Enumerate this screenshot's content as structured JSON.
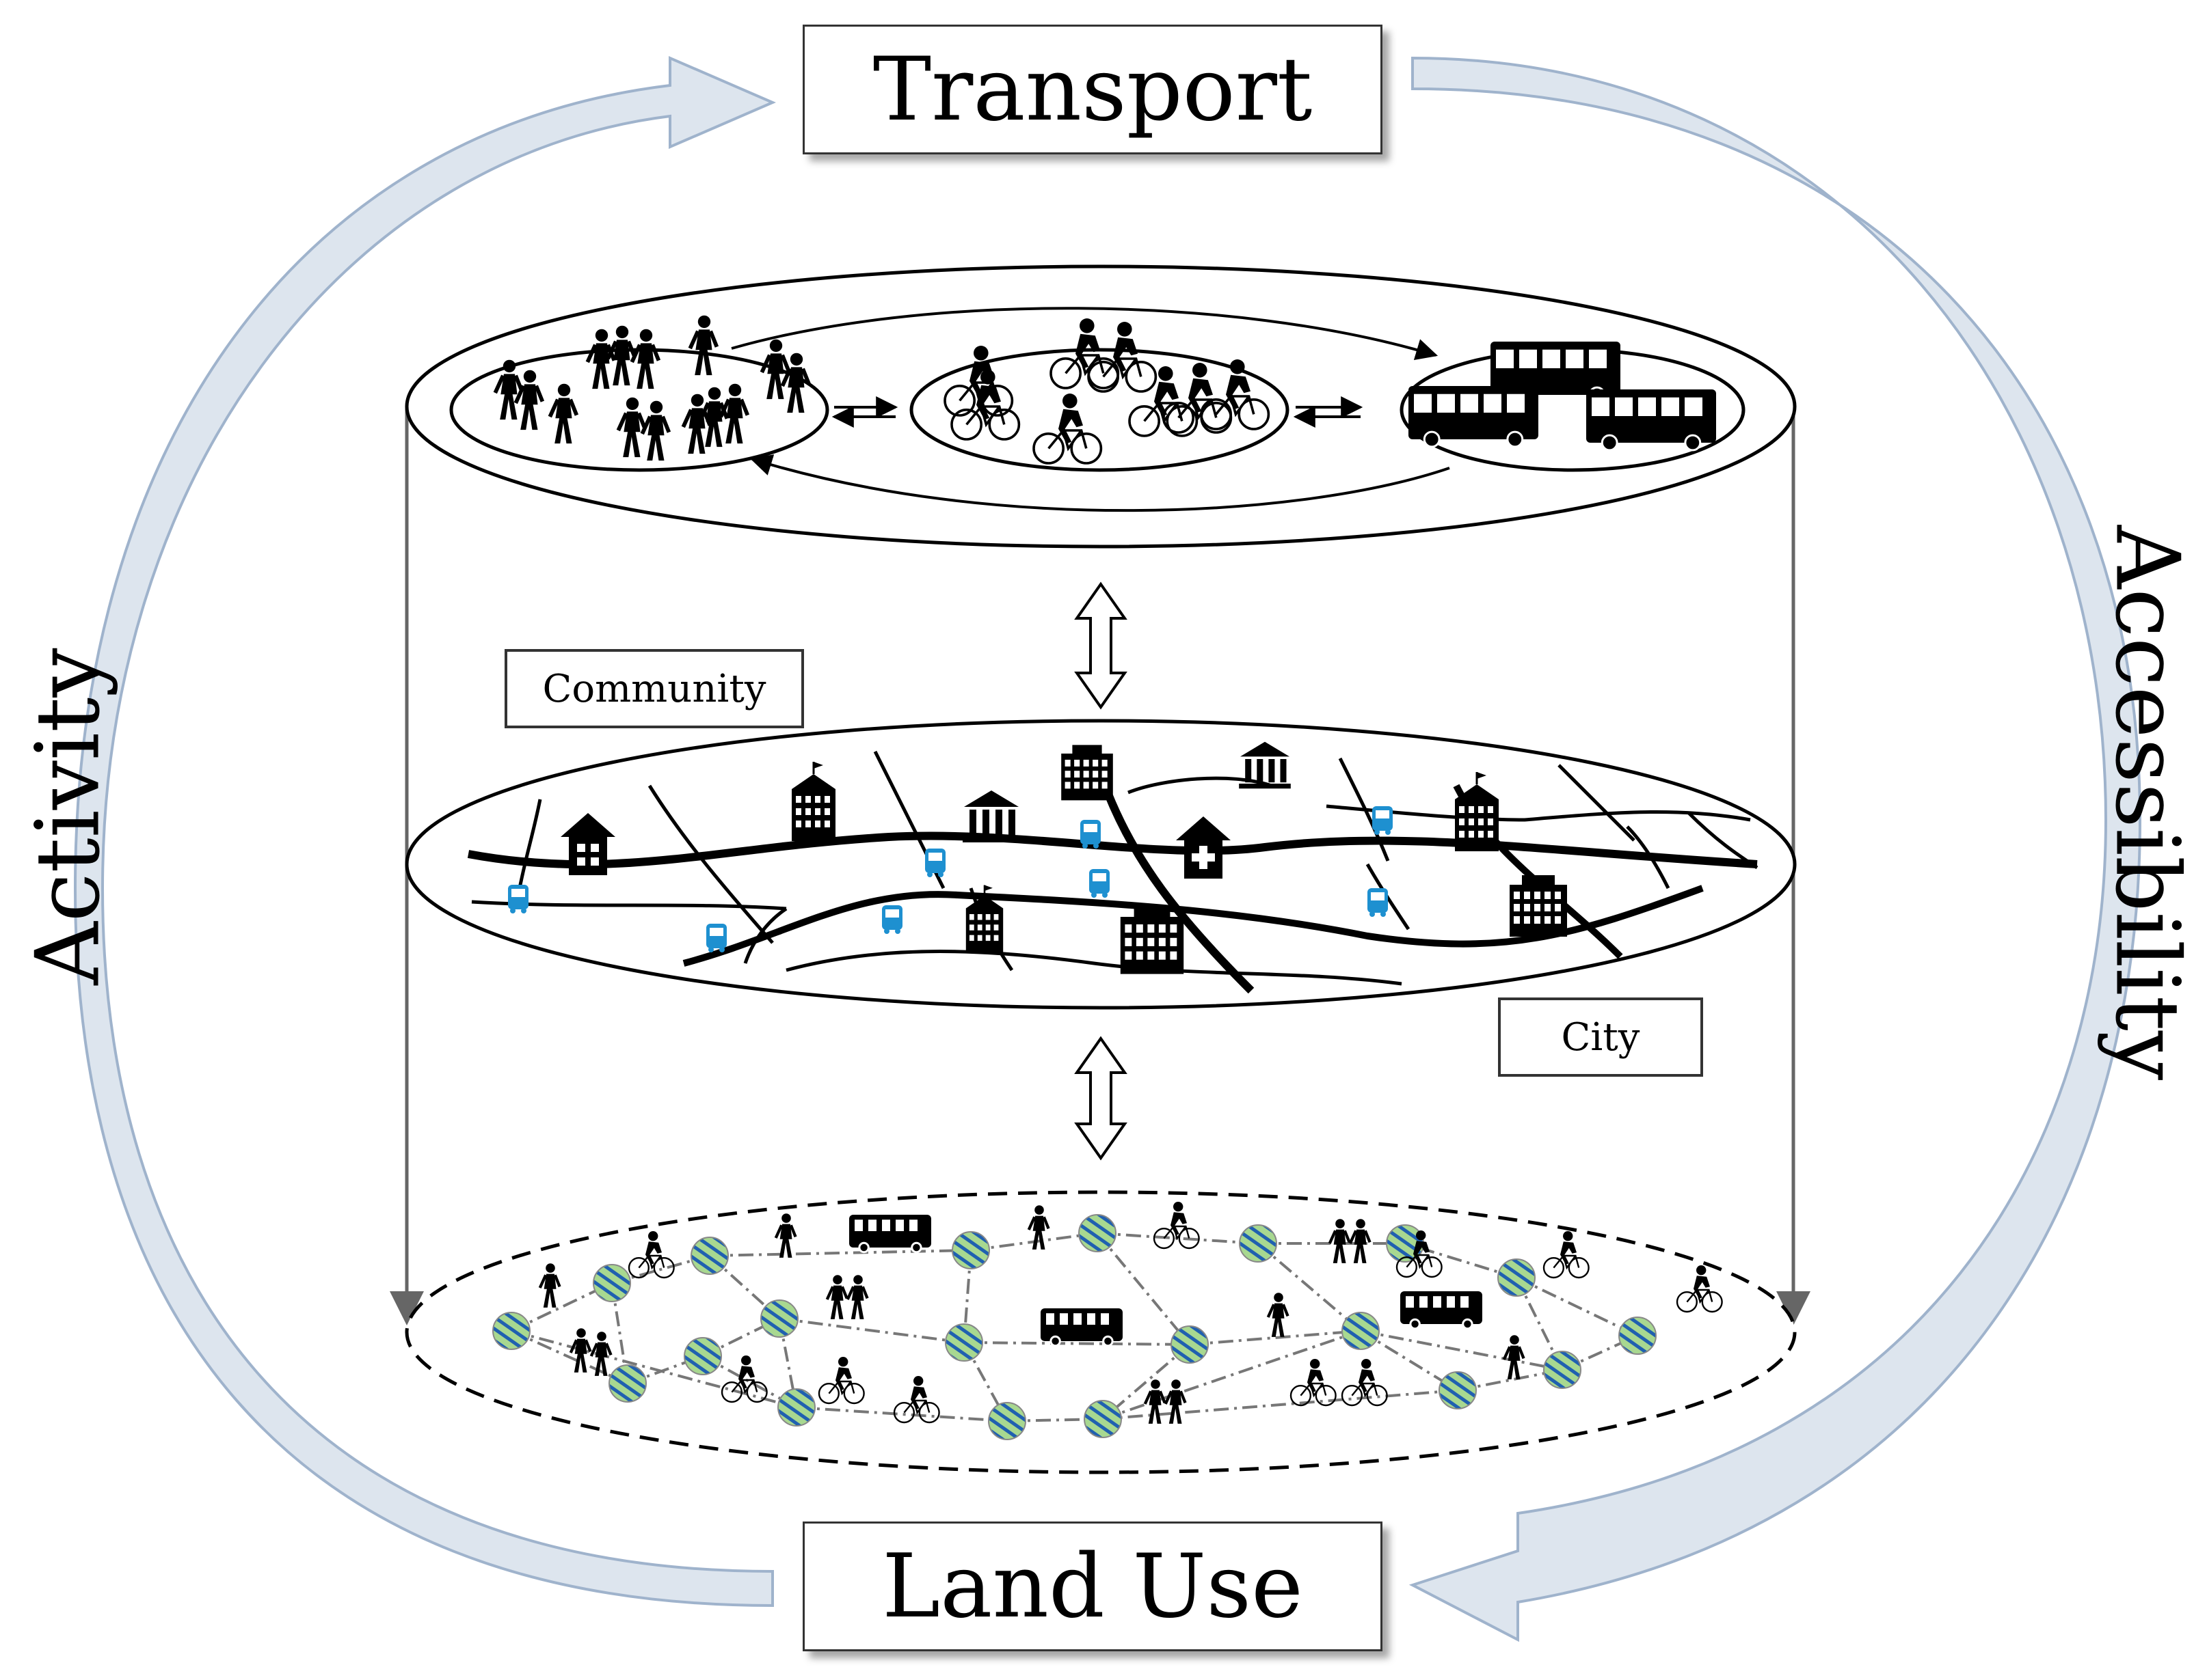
{
  "labels": {
    "transport": "Transport",
    "land_use": "Land Use",
    "activity": "Activity",
    "accessibility": "Accessibility",
    "community": "Community",
    "city": "City"
  },
  "colors": {
    "cycle_arrow_fill": "#dde5ee",
    "cycle_arrow_stroke": "#9fb3cc",
    "bus_stop_blue": "#1e90d0",
    "node_green": "#a8d890",
    "node_blue": "#2060b0",
    "ink": "#000000"
  },
  "icons": {
    "walk_layer": "pedestrian-group-icon",
    "cycle_layer": "cyclist-group-icon",
    "transit_layer": "bus-group-icon",
    "city_buildings": [
      "house-icon",
      "school-icon",
      "bank-icon",
      "office-building-icon",
      "hospital-icon"
    ],
    "bus_stop": "bus-stop-icon",
    "network_node": "activity-node-icon"
  }
}
